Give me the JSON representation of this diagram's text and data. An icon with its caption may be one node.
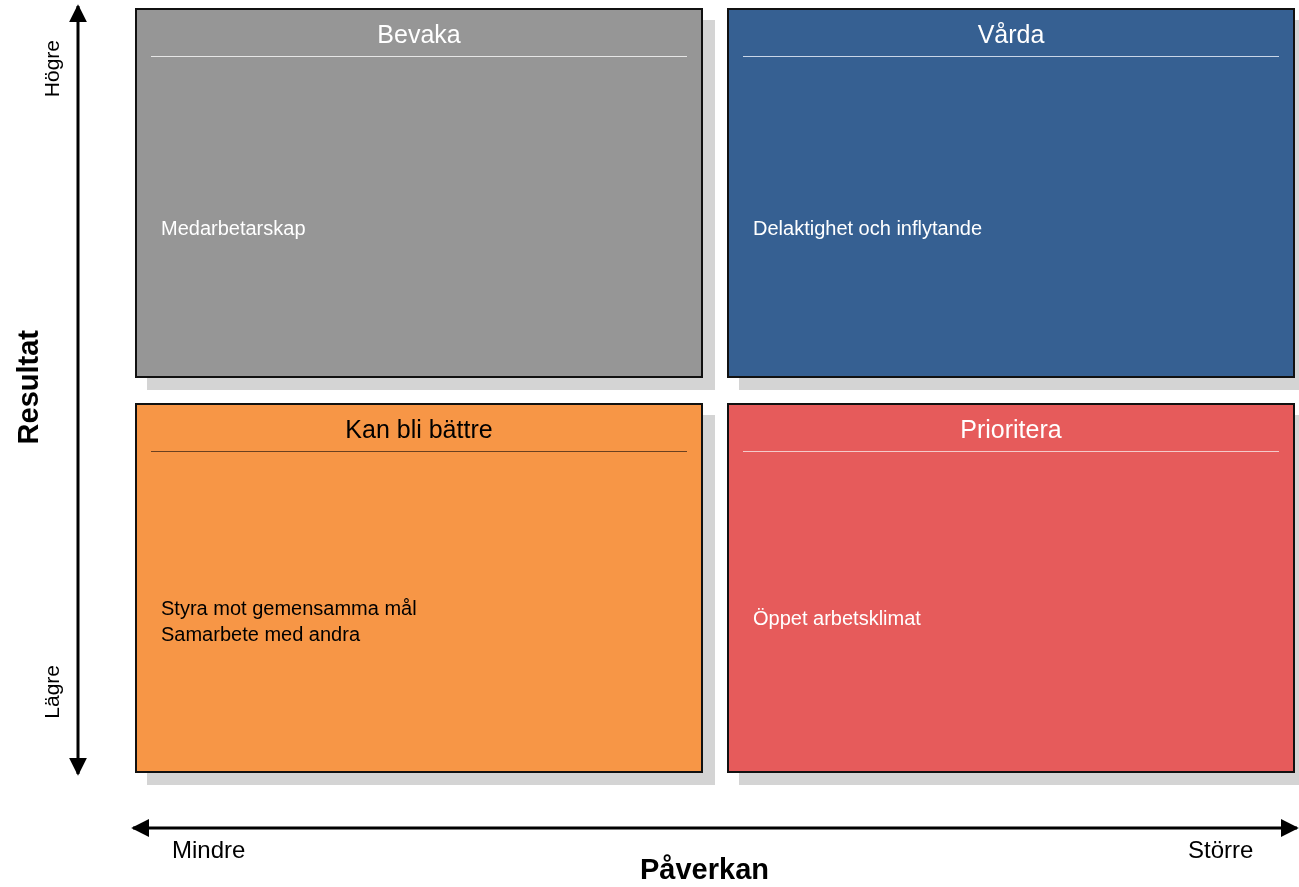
{
  "diagram": {
    "nodes": [
      {
        "text": [
          "Bevaka",
          "Medarbetarskap"
        ]
      },
      {
        "text": [
          "Vårda",
          "Delaktighet och inflytande"
        ]
      },
      {
        "text": [
          "Kan bli bättre",
          "Styra mot gemensamma mål",
          "Samarbete med andra"
        ]
      },
      {
        "text": [
          "Prioritera",
          "Öppet arbetsklimat"
        ]
      }
    ],
    "edges": [],
    "labels": [
      "Högre",
      "Resultat",
      "Lägre",
      "Mindre",
      "Påverkan",
      "Större"
    ]
  }
}
